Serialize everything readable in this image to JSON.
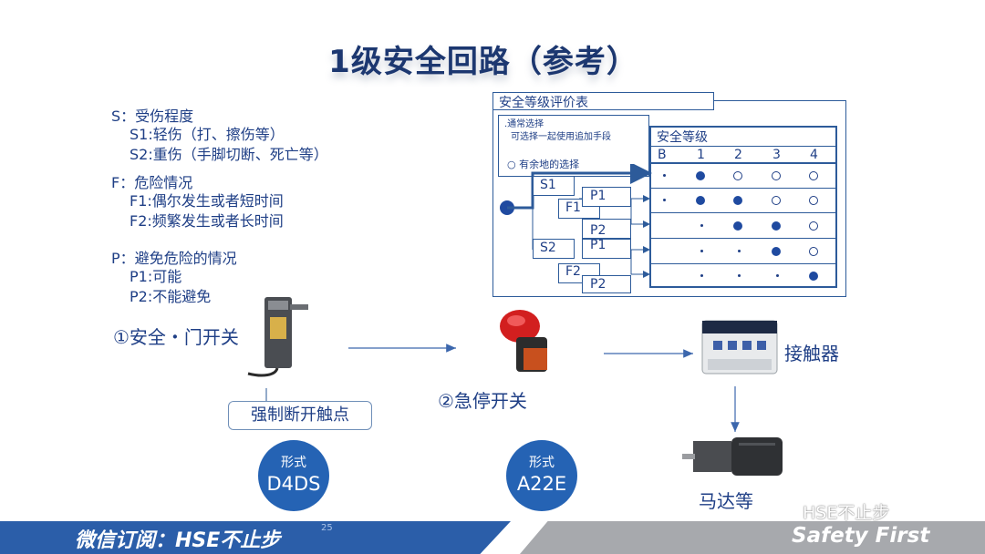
{
  "title": "1级安全回路（参考）",
  "legend": {
    "s_head": "S：受伤程度",
    "s1": "S1:轻伤（打、擦伤等）",
    "s2": "S2:重伤（手脚切断、死亡等）",
    "f_head": "F：危险情况",
    "f1": "F1:偶尔发生或者短时间",
    "f2": "F2:频繁发生或者长时间",
    "p_head": "P：避免危险的情况",
    "p1": "P1:可能",
    "p2": "P2:不能避免"
  },
  "table": {
    "title": "安全等级评价表",
    "note1": ".通常选择",
    "note2": "可选择一起使用追加手段",
    "note3": "○ 有余地的选择",
    "level_header": "安全等级",
    "columns": [
      "B",
      "1",
      "2",
      "3",
      "4"
    ],
    "tree": {
      "s1": "S1",
      "s2": "S2",
      "f1a": "F1",
      "f2a": "F2",
      "p1a": "P1",
      "p2a": "P2",
      "p1b": "P1",
      "p2b": "P2"
    }
  },
  "nodes": {
    "door_switch": "①安全・门开关",
    "estop": "②急停开关",
    "contactor": "接触器",
    "motor": "马达等",
    "callout": "强制断开触点"
  },
  "badges": [
    {
      "label": "形式",
      "model": "D4DS"
    },
    {
      "label": "形式",
      "model": "A22E"
    }
  ],
  "footer": {
    "left": "微信订阅：HSE不止步",
    "page": "25",
    "right": "Safety First",
    "watermark": "HSE不止步"
  },
  "colors": {
    "primary": "#2b5ea9",
    "text": "#1f3f86",
    "gray": "#a7a9ad"
  }
}
